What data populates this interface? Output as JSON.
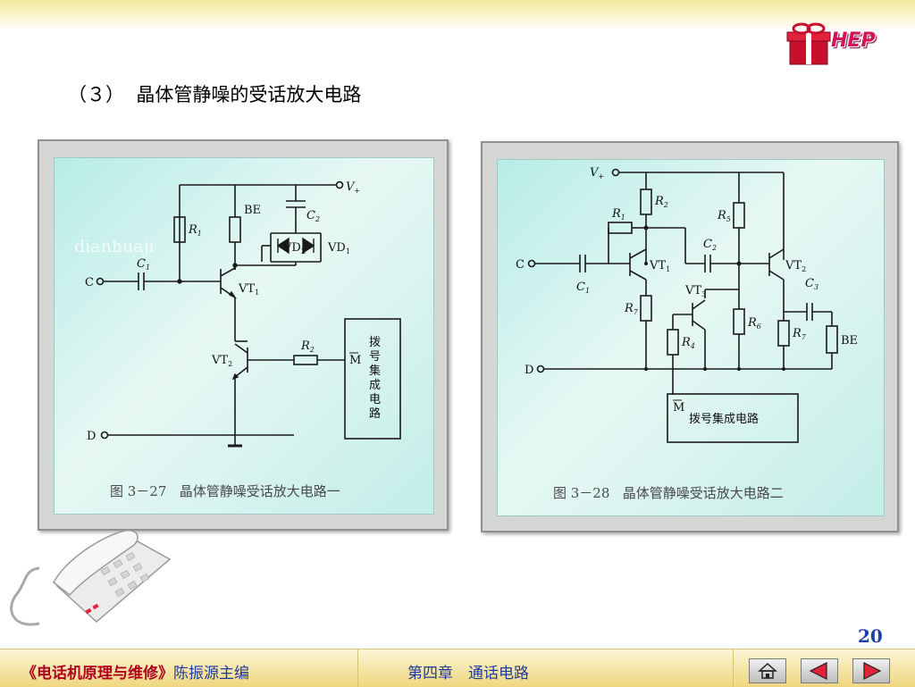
{
  "header": {
    "logo_text": "HEP",
    "title": "（３）  晶体管静噪的受话放大电路"
  },
  "figures": [
    {
      "caption": "图 3－27   晶体管静噪受话放大电路一",
      "watermark": "dianhuaji",
      "labels": {
        "v_plus": "V",
        "v_plus_sub": "+",
        "be": "BE",
        "c2": "C",
        "c2_sub": "2",
        "r1": "R",
        "r1_sub": "1",
        "vd2": "VD",
        "vd2_sub": "2",
        "vd1": "VD",
        "vd1_sub": "1",
        "c1": "C",
        "c1_sub": "1",
        "c_terminal": "C",
        "vt1": "VT",
        "vt1_sub": "1",
        "vt2": "VT",
        "vt2_sub": "2",
        "r2": "R",
        "r2_sub": "2",
        "m_bar": "M",
        "dial_ic": [
          "拨",
          "号",
          "集",
          "成",
          "电",
          "路"
        ],
        "d_terminal": "D"
      }
    },
    {
      "caption": "图 3－28   晶体管静噪受话放大电路二",
      "labels": {
        "v_plus": "V",
        "v_plus_sub": "+",
        "r1": "R",
        "r1_sub": "1",
        "r2": "R",
        "r2_sub": "2",
        "r5": "R",
        "r5_sub": "5",
        "c2": "C",
        "c2_sub": "2",
        "c_terminal": "C",
        "c1": "C",
        "c1_sub": "1",
        "vt1": "VT",
        "vt1_sub": "1",
        "vt2": "VT",
        "vt2_sub": "2",
        "vt3": "VT",
        "vt3_sub": "3",
        "c3": "C",
        "c3_sub": "3",
        "r7a": "R",
        "r7a_sub": "7",
        "r4": "R",
        "r4_sub": "4",
        "r6": "R",
        "r6_sub": "6",
        "r7b": "R",
        "r7b_sub": "7",
        "be": "BE",
        "d_terminal": "D",
        "m_bar": "M",
        "dial_ic": "拨号集成电路"
      }
    }
  ],
  "page_number": "20",
  "footer": {
    "book_title": "《电话机原理与维修》",
    "editor": "陈振源主编",
    "chapter": "第四章　通话电路"
  },
  "nav": {
    "home_icon": "home-icon",
    "prev_icon": "triangle-left-icon",
    "next_icon": "triangle-right-icon",
    "arrow_color": "#e0233a"
  }
}
